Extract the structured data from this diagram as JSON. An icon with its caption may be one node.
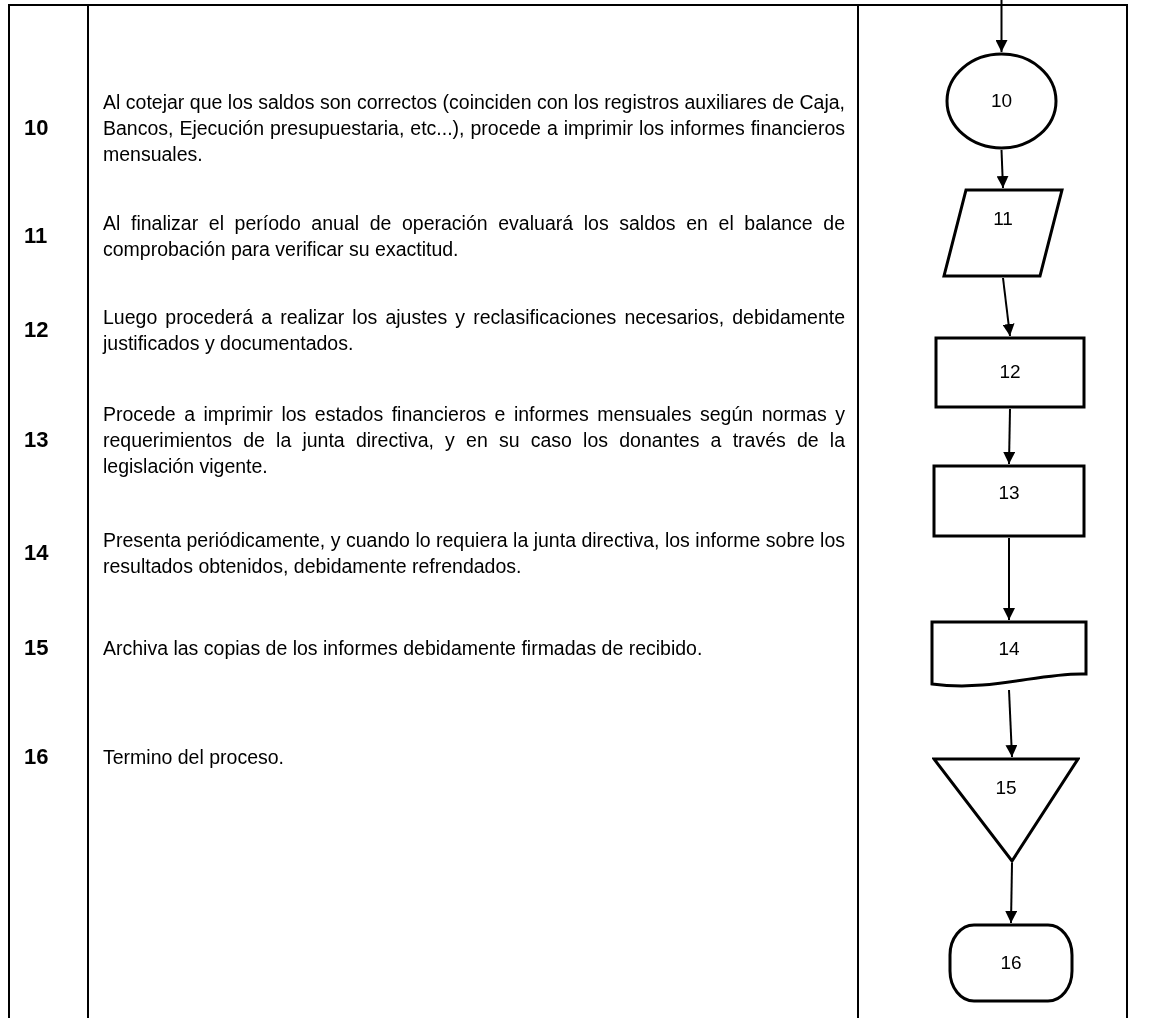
{
  "diagram": {
    "nodes": [
      {
        "text": [
          "10"
        ]
      },
      {
        "text": [
          "11"
        ]
      },
      {
        "text": [
          "12"
        ]
      },
      {
        "text": [
          "13"
        ]
      },
      {
        "text": [
          "14"
        ]
      },
      {
        "text": [
          "15"
        ]
      },
      {
        "text": [
          "16"
        ]
      }
    ],
    "edges": [
      {
        "from": null,
        "to": 0,
        "arrow": "to"
      },
      {
        "from": 0,
        "to": 1,
        "arrow": "to"
      },
      {
        "from": 1,
        "to": 2,
        "arrow": "to"
      },
      {
        "from": 2,
        "to": 3,
        "arrow": "to"
      },
      {
        "from": 3,
        "to": 4,
        "arrow": "to"
      },
      {
        "from": 4,
        "to": 5,
        "arrow": "to"
      },
      {
        "from": 5,
        "to": 6,
        "arrow": "to"
      }
    ],
    "labels": [
      "10",
      "Al cotejar que los saldos son correctos (coinciden con los registros auxiliares de Caja, Bancos, Ejecución presupuestaria, etc...), procede a imprimir los informes financieros mensuales.",
      "11",
      "Al finalizar el período anual de operación evaluará los saldos en el balance de comprobación para verificar su exactitud.",
      "12",
      "Luego procederá a realizar los ajustes y reclasificaciones necesarios, debidamente justificados y documentados.",
      "13",
      "Procede a imprimir los estados financieros e informes mensuales según normas y requerimientos de la junta directiva, y en su caso los donantes a través de la legislación vigente.",
      "14",
      "Presenta periódicamente, y cuando lo requiera la junta directiva, los informe sobre los resultados obtenidos, debidamente refrendados.",
      "15",
      "Archiva las copias de los informes debidamente firmadas de recibido.",
      "16",
      "Termino del proceso."
    ]
  }
}
